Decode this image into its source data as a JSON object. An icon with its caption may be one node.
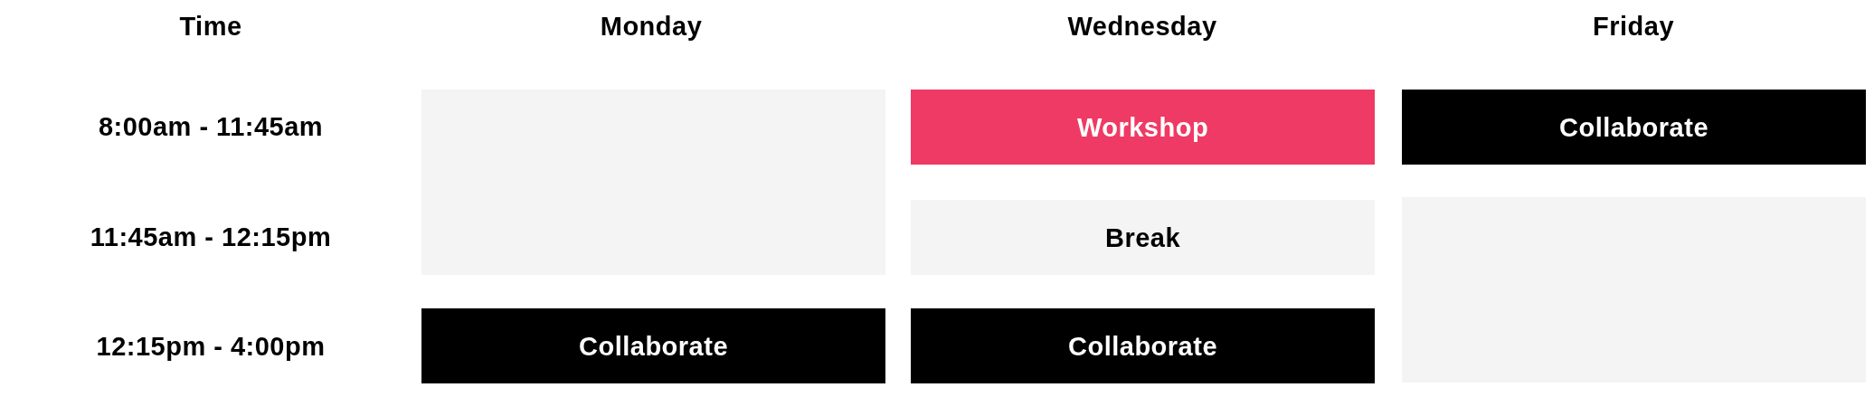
{
  "diagram": {
    "nodes": [
      {
        "text": [],
        "shape": "box"
      },
      {
        "text": [
          "Workshop"
        ]
      },
      {
        "text": [
          "Collaborate"
        ]
      },
      {
        "text": [
          "Break"
        ]
      },
      {
        "text": [],
        "shape": "box"
      },
      {
        "text": [
          "Collaborate"
        ]
      },
      {
        "text": [
          "Collaborate"
        ]
      }
    ],
    "labels": [
      "Time",
      "Monday",
      "Wednesday",
      "Friday",
      "8:00am - 11:45am",
      "11:45am - 12:15pm",
      "12:15pm - 4:00pm"
    ]
  }
}
